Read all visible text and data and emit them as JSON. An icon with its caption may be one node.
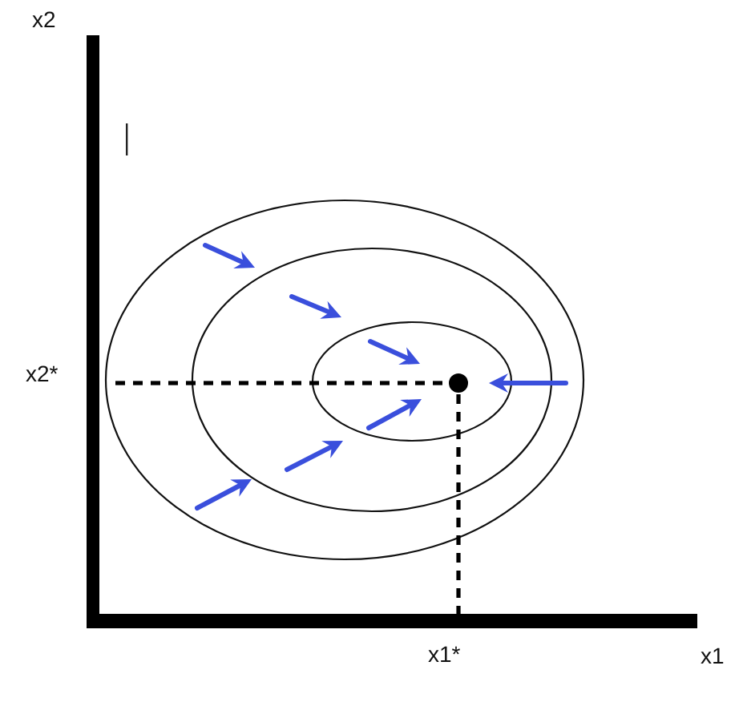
{
  "diagram": {
    "labels": [
      "x2",
      "x2*",
      "x1*",
      "x1"
    ]
  }
}
